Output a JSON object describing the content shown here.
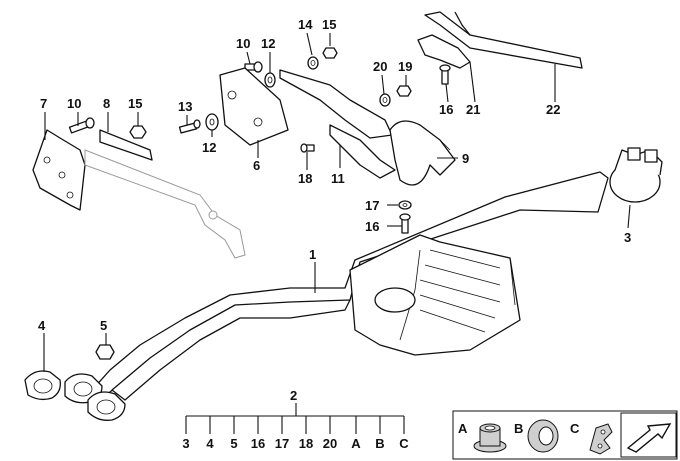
{
  "callouts": {
    "c1": "1",
    "c2": "2",
    "c3": "3",
    "c4": "4",
    "c5": "5",
    "c6": "6",
    "c7": "7",
    "c8": "8",
    "c9": "9",
    "c10a": "10",
    "c10b": "10",
    "c11": "11",
    "c12a": "12",
    "c12b": "12",
    "c13": "13",
    "c14": "14",
    "c15a": "15",
    "c15b": "15",
    "c16a": "16",
    "c16b": "16",
    "c17": "17",
    "c18": "18",
    "c19": "19",
    "c20": "20",
    "c21": "21",
    "c22": "22"
  },
  "kit_row": [
    "3",
    "4",
    "5",
    "16",
    "17",
    "18",
    "20",
    "A",
    "B",
    "C"
  ],
  "legend": {
    "a": "A",
    "b": "B",
    "c": "C"
  }
}
